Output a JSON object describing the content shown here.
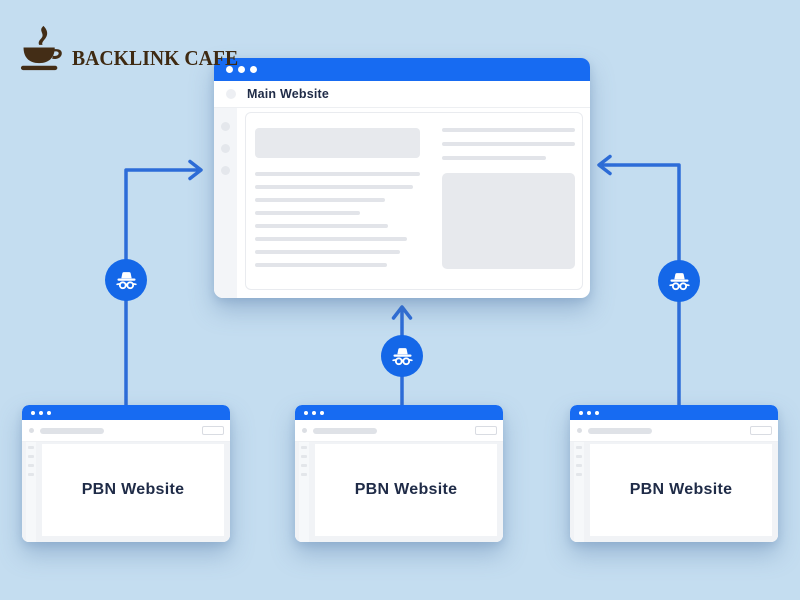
{
  "logo": {
    "brand": "BACKLINK CAFE",
    "icon": "coffee-cup-icon"
  },
  "main_window": {
    "title": "Main Website"
  },
  "pbn_windows": [
    {
      "label": "PBN Website"
    },
    {
      "label": "PBN Website"
    },
    {
      "label": "PBN Website"
    }
  ],
  "connectors": [
    {
      "from": "pbn-window-left",
      "to": "main-window",
      "icon": "incognito-icon"
    },
    {
      "from": "pbn-window-middle",
      "to": "main-window",
      "icon": "incognito-icon"
    },
    {
      "from": "pbn-window-right",
      "to": "main-window",
      "icon": "incognito-icon"
    }
  ],
  "placeholders": {
    "main_left_lines": [
      165,
      158,
      130,
      105,
      133,
      152,
      145,
      132
    ],
    "main_right_lines": [
      133,
      133,
      104
    ],
    "pbn_side_marks": [
      6,
      6,
      6,
      6
    ]
  },
  "colors": {
    "background": "#c4ddf0",
    "titlebar_blue": "#176bf2",
    "connector_blue": "#2d6cd8",
    "badge_blue": "#1467e8",
    "text_navy": "#1f2b47",
    "logo_brown": "#3f2a12",
    "placeholder_gray": "#e7e9ed"
  }
}
